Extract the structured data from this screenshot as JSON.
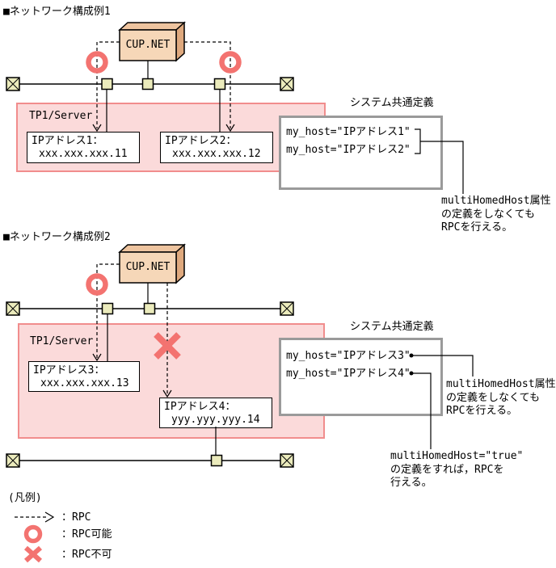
{
  "example1": {
    "title": "■ネットワーク構成例1",
    "server_label": "TP1/Server",
    "host_label": "CUP.NET",
    "ip_box1": {
      "line1": "IPアドレス1：",
      "line2": "xxx.xxx.xxx.11"
    },
    "ip_box2": {
      "line1": "IPアドレス2：",
      "line2": "xxx.xxx.xxx.12"
    },
    "definition": {
      "title": "システム共通定義",
      "entries": [
        "my_host=\"IPアドレス1\"",
        "my_host=\"IPアドレス2\""
      ],
      "note": {
        "line1": "multiHomedHost属性",
        "line2": "の定義をしなくても",
        "line3": "RPCを行える。"
      }
    }
  },
  "example2": {
    "title": "■ネットワーク構成例2",
    "server_label": "TP1/Server",
    "host_label": "CUP.NET",
    "ip_box3": {
      "line1": "IPアドレス3：",
      "line2": "xxx.xxx.xxx.13"
    },
    "ip_box4": {
      "line1": "IPアドレス4：",
      "line2": "yyy.yyy.yyy.14"
    },
    "definition": {
      "title": "システム共通定義",
      "entries": [
        "my_host=\"IPアドレス3\"",
        "my_host=\"IPアドレス4\""
      ],
      "note_no_attr": {
        "line1": "multiHomedHost属性",
        "line2": "の定義をしなくても",
        "line3": "RPCを行える。"
      },
      "note_true": {
        "line1": "multiHomedHost=\"true\"",
        "line2": "の定義をすれば，RPCを",
        "line3": "行える。"
      }
    }
  },
  "legend": {
    "title": "(凡例)",
    "rpc": "：RPC",
    "rpc_ok": "：RPC可能",
    "rpc_ng": "：RPC不可"
  },
  "colors": {
    "red": "#f37370",
    "pink_fill": "#fbdada",
    "pink_border": "#f18d8d",
    "node_fill": "#ebebbc",
    "host_front": "#f6d7b8",
    "host_top": "#eec49f",
    "host_side": "#dfa97e",
    "def_border": "#9a9a9a"
  }
}
